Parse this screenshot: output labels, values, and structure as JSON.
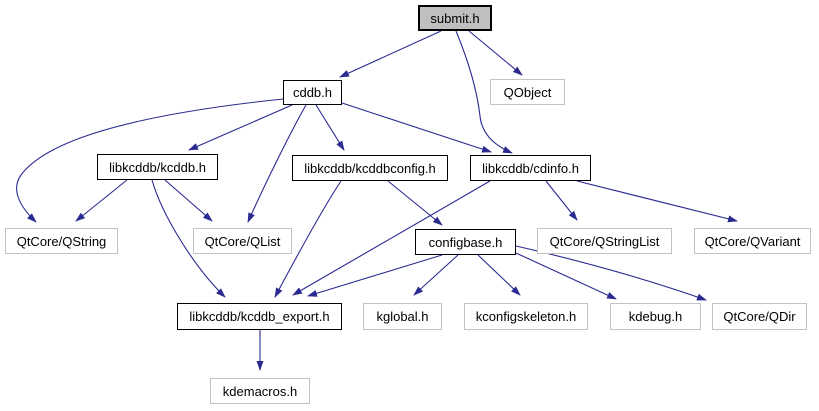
{
  "diagram": {
    "type": "include-dependency-graph",
    "root": "submit.h",
    "background": "#ffffff",
    "edge_color": "#2a2a91",
    "current_node_fill": "#bfbfbf",
    "internal_node_border": "#000000",
    "external_node_border": "#c3c3c3",
    "node_fill": "#ffffff",
    "text_color": "#000000"
  },
  "nodes": [
    {
      "id": "submit",
      "label": "submit.h",
      "kind": "current"
    },
    {
      "id": "cddb",
      "label": "cddb.h",
      "kind": "internal"
    },
    {
      "id": "qobject",
      "label": "QObject",
      "kind": "external"
    },
    {
      "id": "kcddb",
      "label": "libkcddb/kcddb.h",
      "kind": "internal"
    },
    {
      "id": "kcddbconfig",
      "label": "libkcddb/kcddbconfig.h",
      "kind": "internal"
    },
    {
      "id": "cdinfo",
      "label": "libkcddb/cdinfo.h",
      "kind": "internal"
    },
    {
      "id": "qstring",
      "label": "QtCore/QString",
      "kind": "external"
    },
    {
      "id": "qlist",
      "label": "QtCore/QList",
      "kind": "external"
    },
    {
      "id": "configbase",
      "label": "configbase.h",
      "kind": "internal"
    },
    {
      "id": "qstringlist",
      "label": "QtCore/QStringList",
      "kind": "external"
    },
    {
      "id": "qvariant",
      "label": "QtCore/QVariant",
      "kind": "external"
    },
    {
      "id": "kcddb_export",
      "label": "libkcddb/kcddb_export.h",
      "kind": "internal"
    },
    {
      "id": "kglobal",
      "label": "kglobal.h",
      "kind": "external"
    },
    {
      "id": "kconfigskeleton",
      "label": "kconfigskeleton.h",
      "kind": "external"
    },
    {
      "id": "kdebug",
      "label": "kdebug.h",
      "kind": "external"
    },
    {
      "id": "qdir",
      "label": "QtCore/QDir",
      "kind": "external"
    },
    {
      "id": "kdemacros",
      "label": "kdemacros.h",
      "kind": "external"
    }
  ],
  "edges": [
    {
      "from": "submit",
      "to": "cddb"
    },
    {
      "from": "submit",
      "to": "qobject"
    },
    {
      "from": "submit",
      "to": "cdinfo"
    },
    {
      "from": "cddb",
      "to": "kcddb"
    },
    {
      "from": "cddb",
      "to": "qstring"
    },
    {
      "from": "cddb",
      "to": "qlist"
    },
    {
      "from": "cddb",
      "to": "kcddbconfig"
    },
    {
      "from": "cddb",
      "to": "cdinfo"
    },
    {
      "from": "kcddb",
      "to": "qstring"
    },
    {
      "from": "kcddb",
      "to": "qlist"
    },
    {
      "from": "kcddb",
      "to": "kcddb_export"
    },
    {
      "from": "kcddbconfig",
      "to": "configbase"
    },
    {
      "from": "kcddbconfig",
      "to": "kcddb_export"
    },
    {
      "from": "cdinfo",
      "to": "kcddb_export"
    },
    {
      "from": "cdinfo",
      "to": "qstringlist"
    },
    {
      "from": "cdinfo",
      "to": "qvariant"
    },
    {
      "from": "configbase",
      "to": "kcddb_export"
    },
    {
      "from": "configbase",
      "to": "kglobal"
    },
    {
      "from": "configbase",
      "to": "kconfigskeleton"
    },
    {
      "from": "configbase",
      "to": "kdebug"
    },
    {
      "from": "configbase",
      "to": "qdir"
    },
    {
      "from": "kcddb_export",
      "to": "kdemacros"
    }
  ]
}
